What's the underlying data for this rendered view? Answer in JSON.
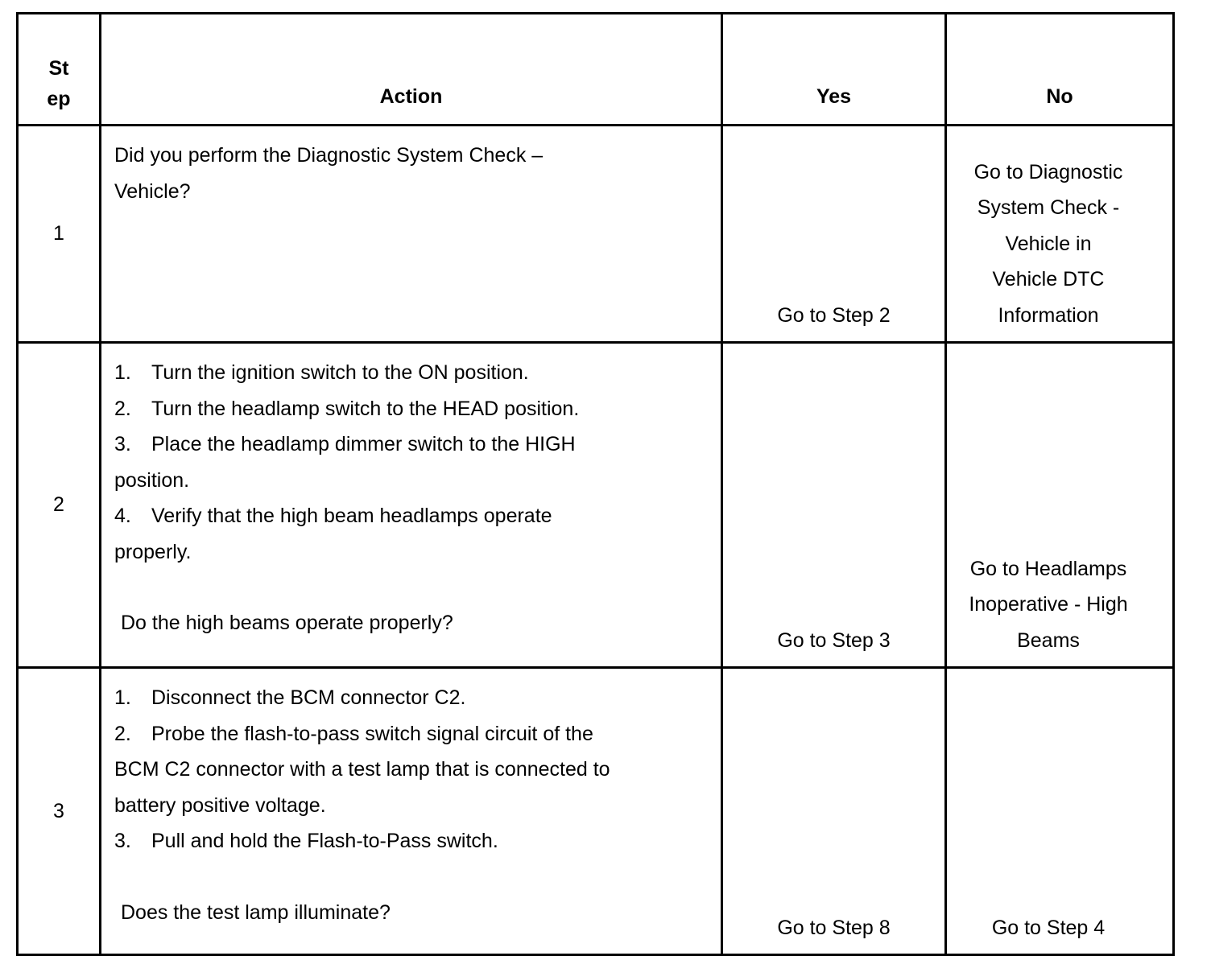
{
  "headers": {
    "step": [
      "St",
      "ep"
    ],
    "action": "Action",
    "yes": "Yes",
    "no": "No"
  },
  "rows": [
    {
      "step": "1",
      "action_text": [
        "Did you perform the Diagnostic System Check –",
        "Vehicle?"
      ],
      "yes": "Go to Step 2",
      "no": [
        "Go to Diagnostic",
        "System Check -",
        "Vehicle in",
        "Vehicle DTC",
        "Information"
      ]
    },
    {
      "step": "2",
      "items": [
        {
          "num": "1.",
          "text": "Turn the ignition switch to the ON position."
        },
        {
          "num": "2.",
          "text": "Turn the headlamp switch to the HEAD position."
        },
        {
          "num": "3.",
          "text": "Place the headlamp dimmer switch to the HIGH",
          "cont": "position."
        },
        {
          "num": "4.",
          "text": "Verify that the high beam headlamps operate",
          "cont": "properly."
        }
      ],
      "question": "Do the high beams operate properly?",
      "yes": "Go to Step 3",
      "no": [
        "Go to Headlamps",
        "Inoperative - High",
        "Beams"
      ]
    },
    {
      "step": "3",
      "items": [
        {
          "num": "1.",
          "text": "Disconnect the BCM connector C2."
        },
        {
          "num": "2.",
          "text": "Probe the flash-to-pass switch signal circuit of the",
          "cont": "BCM C2 connector with a test lamp that is connected to",
          "cont2": "battery positive voltage."
        },
        {
          "num": "3.",
          "text": "Pull and hold the Flash-to-Pass switch."
        }
      ],
      "question": "Does the test lamp illuminate?",
      "yes": "Go to Step 8",
      "no": [
        "Go to Step 4"
      ]
    }
  ]
}
